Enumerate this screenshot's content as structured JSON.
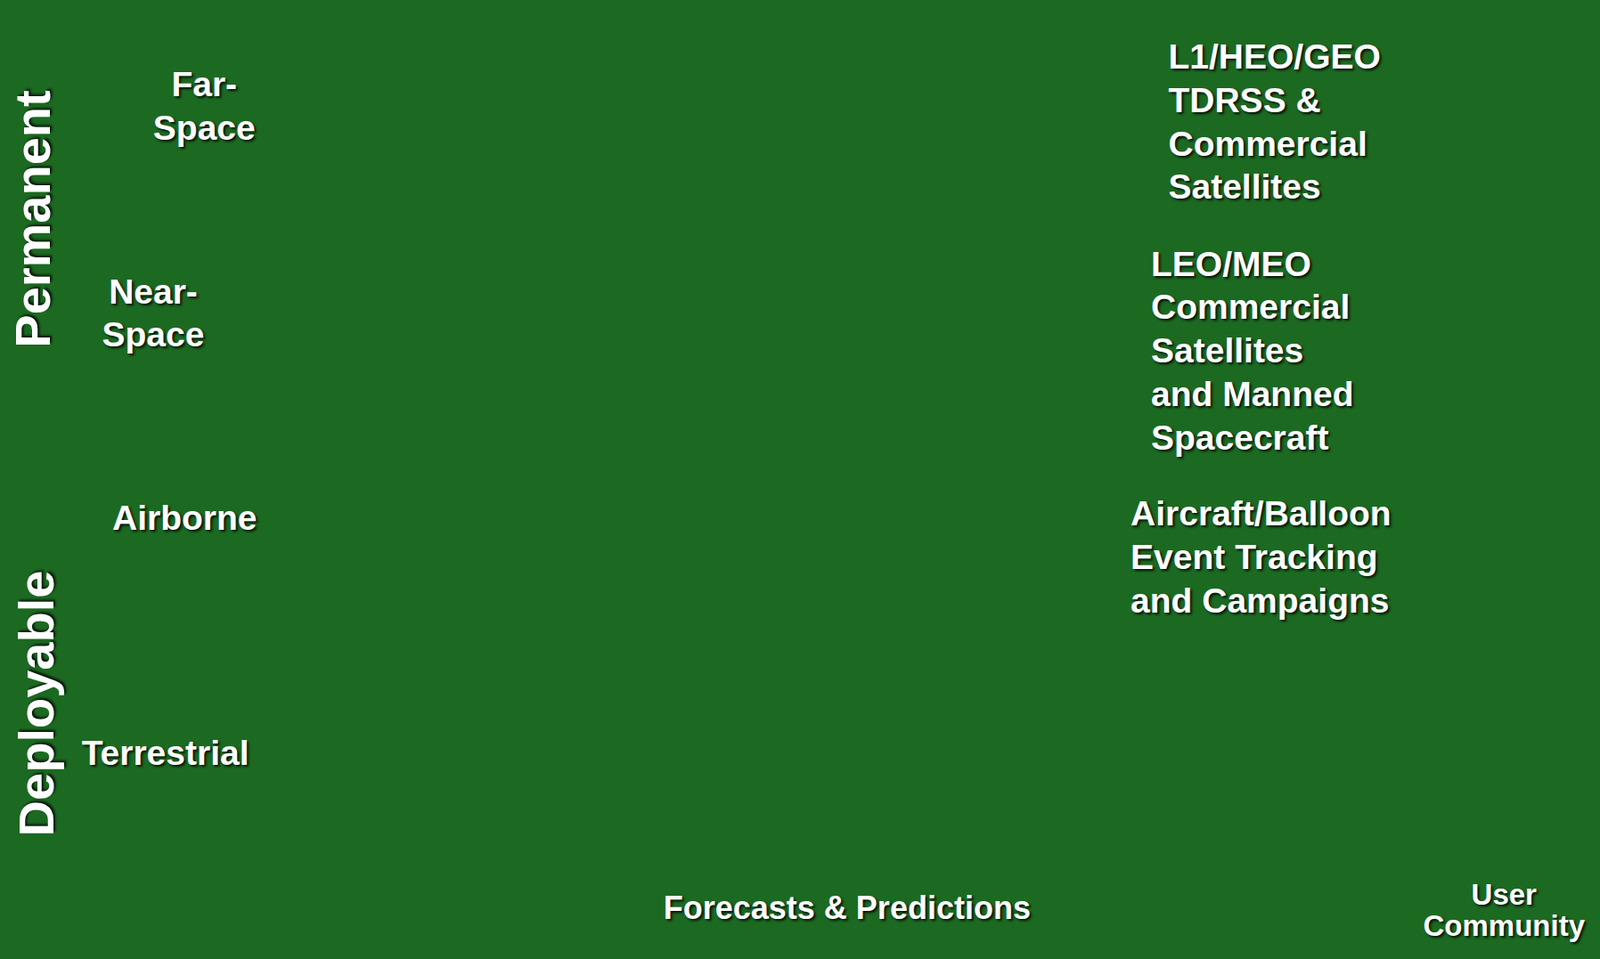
{
  "diagram": {
    "nodes": [
      {
        "text": [
          "Far- Space",
          "L1/HEO/GEO TDRSS & Commercial Satellites"
        ]
      },
      {
        "text": [
          "Near- Space",
          "LEO/MEO Commercial Satellites and Manned Spacecraft"
        ]
      },
      {
        "text": [
          "Airborne",
          "Aircraft/Balloon Event Tracking and Campaigns"
        ]
      },
      {
        "text": [
          "Forecasts & Predictions"
        ]
      },
      {
        "text": [
          "User Community"
        ]
      }
    ],
    "labels": [
      "Permanent",
      "Deployable",
      "Terrestrial"
    ]
  }
}
